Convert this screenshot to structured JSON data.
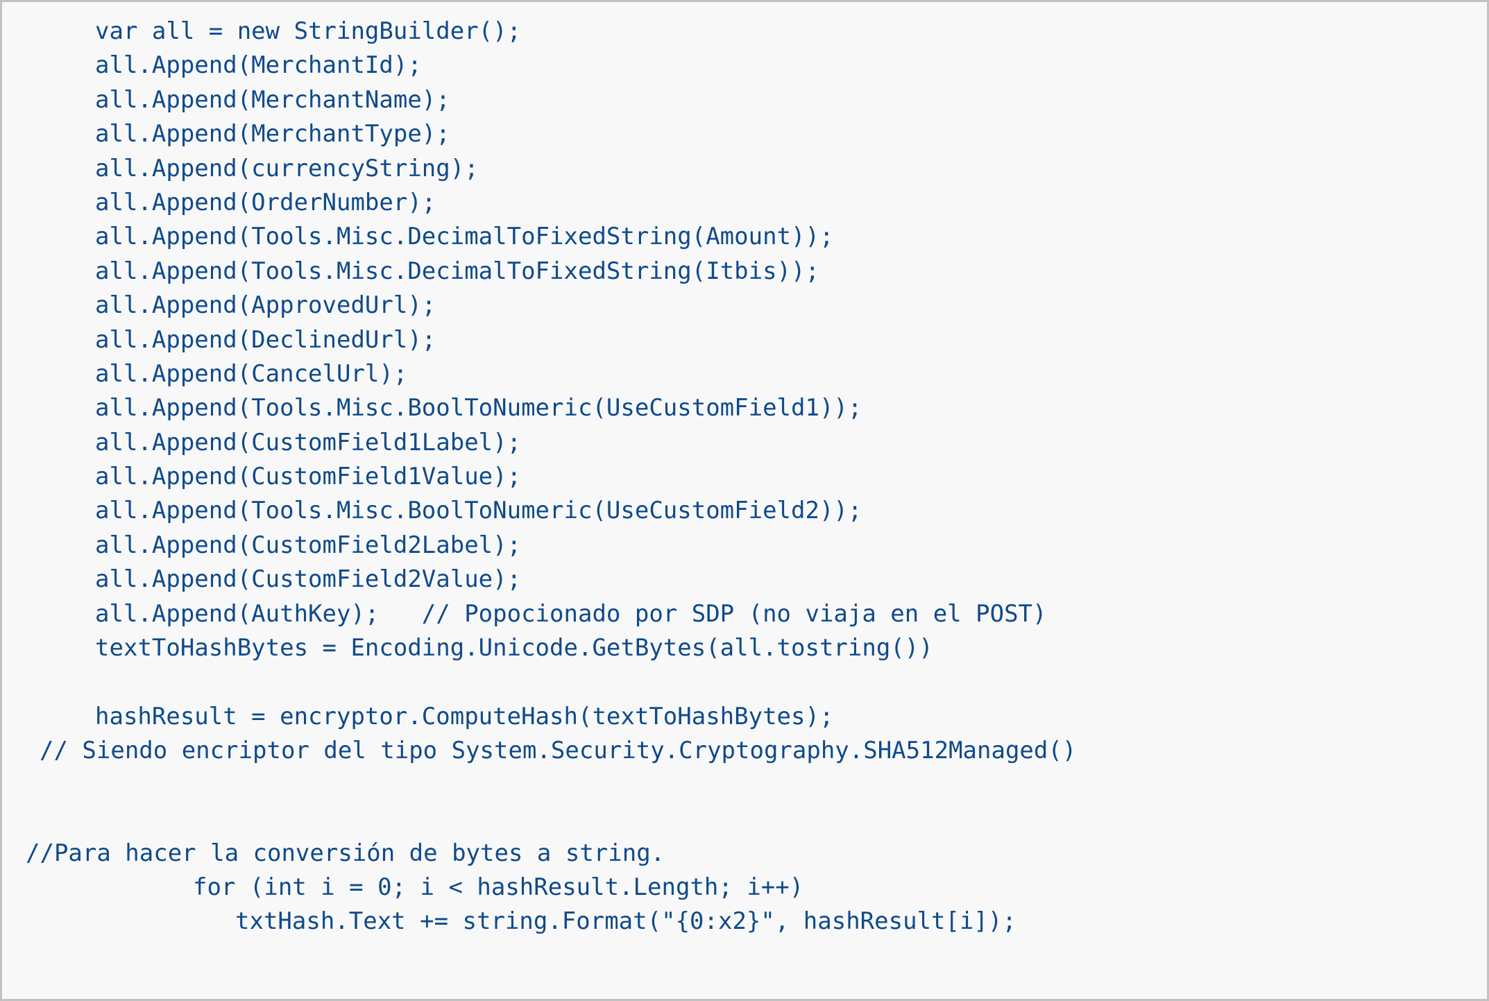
{
  "code": {
    "lines": [
      "var all = new StringBuilder();",
      "all.Append(MerchantId);",
      "all.Append(MerchantName);",
      "all.Append(MerchantType);",
      "all.Append(currencyString);",
      "all.Append(OrderNumber);",
      "all.Append(Tools.Misc.DecimalToFixedString(Amount));",
      "all.Append(Tools.Misc.DecimalToFixedString(Itbis));",
      "all.Append(ApprovedUrl);",
      "all.Append(DeclinedUrl);",
      "all.Append(CancelUrl);",
      "all.Append(Tools.Misc.BoolToNumeric(UseCustomField1));",
      "all.Append(CustomField1Label);",
      "all.Append(CustomField1Value);",
      "all.Append(Tools.Misc.BoolToNumeric(UseCustomField2));",
      "all.Append(CustomField2Label);",
      "all.Append(CustomField2Value);",
      "all.Append(AuthKey);   // Popocionado por SDP (no viaja en el POST)",
      "textToHashBytes = Encoding.Unicode.GetBytes(all.tostring())",
      "hashResult = encryptor.ComputeHash(textToHashBytes);",
      "// Siendo encriptor del tipo System.Security.Cryptography.SHA512Managed()",
      "//Para hacer la conversión de bytes a string.",
      "for (int i = 0; i < hashResult.Length; i++)",
      "txtHash.Text += string.Format(\"{0:x2}\", hashResult[i]);"
    ]
  }
}
